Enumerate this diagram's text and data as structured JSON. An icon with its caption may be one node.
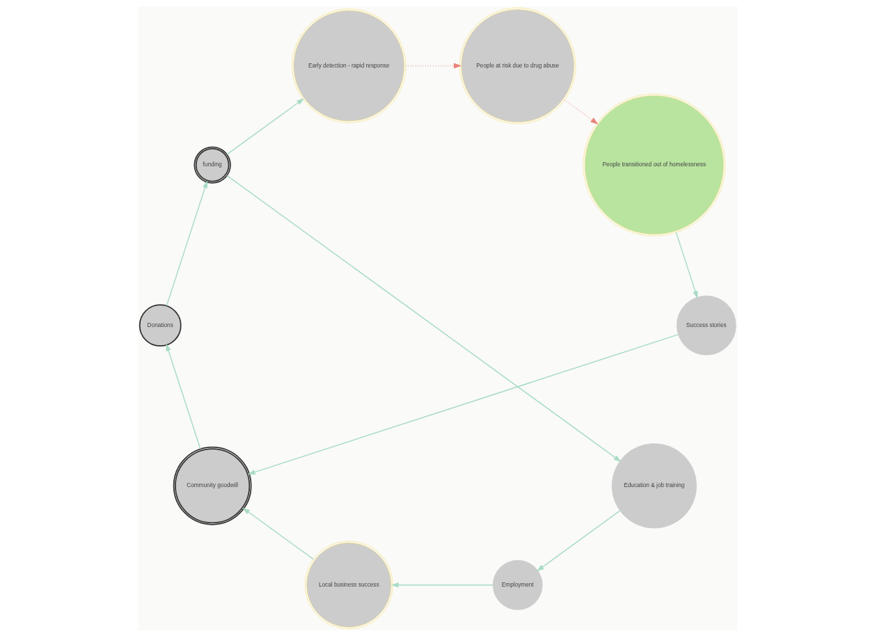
{
  "diagram": {
    "nodes": [
      {
        "text": [
          "Education & job training"
        ]
      },
      {
        "text": [
          "funding"
        ]
      },
      {
        "text": [
          "Employment"
        ]
      },
      {
        "text": [
          "Early detection - rapid response"
        ]
      },
      {
        "text": [
          "Donations"
        ]
      },
      {
        "text": [
          "Local business success"
        ]
      },
      {
        "text": [
          "People at risk due to drug abuse"
        ]
      },
      {
        "text": [
          "Community goodwill"
        ]
      },
      {
        "text": [
          "Success stories"
        ]
      },
      {
        "text": [
          "People transitioned out of homelessness"
        ]
      }
    ],
    "edges": [
      {
        "from": 1,
        "to": 0,
        "arrow": "to"
      },
      {
        "from": 0,
        "to": 2,
        "arrow": "to"
      },
      {
        "from": 2,
        "to": 5,
        "arrow": "to"
      },
      {
        "from": 5,
        "to": 7,
        "arrow": "to"
      },
      {
        "from": 7,
        "to": 4,
        "arrow": "to"
      },
      {
        "from": 4,
        "to": 1,
        "arrow": "to"
      },
      {
        "from": 1,
        "to": 3,
        "arrow": "to"
      },
      {
        "from": 3,
        "to": 6,
        "arrow": "to",
        "style": "dashed",
        "color": "#e8837a"
      },
      {
        "from": 6,
        "to": 9,
        "arrow": "to",
        "style": "dashed",
        "color": "#e8837a"
      },
      {
        "from": 9,
        "to": 8,
        "arrow": "to"
      },
      {
        "from": 8,
        "to": 7,
        "arrow": "to"
      }
    ]
  }
}
